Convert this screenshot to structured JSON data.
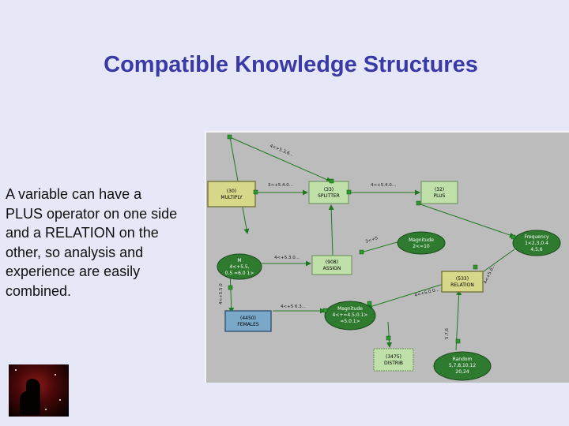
{
  "title": "Compatible Knowledge Structures",
  "body_lines": [
    "A variable can have a",
    "PLUS operator on one side",
    "and a RELATION on the",
    "other, so analysis and",
    "experience are easily",
    "combined."
  ],
  "colors": {
    "title": "#3a3aa6",
    "background": "#e6e7f7",
    "diagram_bg": "#bcbcbc",
    "arrow": "#1f7a1f",
    "rect_yellow": "#d8d88a",
    "rect_green": "#bfe0a8",
    "rect_blue": "#7aa8c8",
    "ellipse": "#2e7a2e"
  },
  "diagram": {
    "nodes": {
      "multiply": [
        "(30)",
        "MULTIPLY"
      ],
      "splitter": [
        "(33)",
        "SPLITTER"
      ],
      "plus": [
        "(32)",
        "PLUS"
      ],
      "m": [
        "M",
        "4<+5.5,",
        "0.5 =6.0 1>"
      ],
      "assign": [
        "(908)",
        "ASSIGN"
      ],
      "magnitude_top": [
        "Magnitude",
        "2<=10"
      ],
      "frequency": [
        "Frequency",
        "1<2,3,0.4",
        "4,5,6"
      ],
      "relation": [
        "(533)",
        "RELATION"
      ],
      "females": [
        "(4450)",
        "FEMALES"
      ],
      "magnitude_mid": [
        "Magnitude",
        "4<+=4.5,0.1>",
        "=5.0.1>"
      ],
      "distrib": [
        "(3475)",
        "DISTRIB"
      ],
      "random": [
        "Random",
        "5,7,8,10,12",
        "20,24"
      ]
    },
    "edge_labels": {
      "top": "4<+5.3,6...",
      "multiply_splitter": "3<+5.4.0...",
      "splitter_plus": "4<+5.4.0...",
      "to_magnitude": "3<+5",
      "m_assign": "4<+5.3.0...",
      "vertical_left": "4<+5.5.0",
      "right_side": "4<+5.6...",
      "relation_left": "4<+5.0.0...",
      "females_magmid": "4<+5 6.3...",
      "vertical_right": "5.7,6"
    }
  }
}
